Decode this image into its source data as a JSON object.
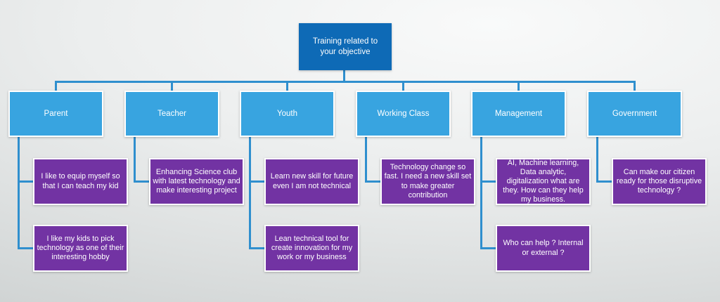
{
  "diagram": {
    "title": "Training objectives hierarchy chart",
    "root": {
      "label": "Training related to your objective"
    },
    "branches": [
      {
        "label": "Parent",
        "children": [
          "I like to equip myself so that I can teach my kid",
          "I like my kids to pick technology as one of their interesting hobby"
        ]
      },
      {
        "label": "Teacher",
        "children": [
          "Enhancing Science club with latest technology and make interesting project"
        ]
      },
      {
        "label": "Youth",
        "children": [
          "Learn new skill for future even I am not technical",
          "Lean technical tool for create innovation for my work or my business"
        ]
      },
      {
        "label": "Working Class",
        "children": [
          "Technology change so fast. I need a new skill set to make greater contribution"
        ]
      },
      {
        "label": "Management",
        "children": [
          "AI, Machine learning, Data analytic, digitalization what are they. How can they help my business.",
          "Who can help ? Internal or external ?"
        ]
      },
      {
        "label": "Government",
        "children": [
          "Can make our citizen ready for those disruptive technology ?"
        ]
      }
    ],
    "colors": {
      "root_fill": "#0e6ab6",
      "branch_fill": "#38a4e0",
      "leaf_fill": "#7233a3",
      "connector": "#2f8fce",
      "text": "#ffffff",
      "background_light": "#f9fafa",
      "background_dark": "#cbcfcf"
    }
  }
}
